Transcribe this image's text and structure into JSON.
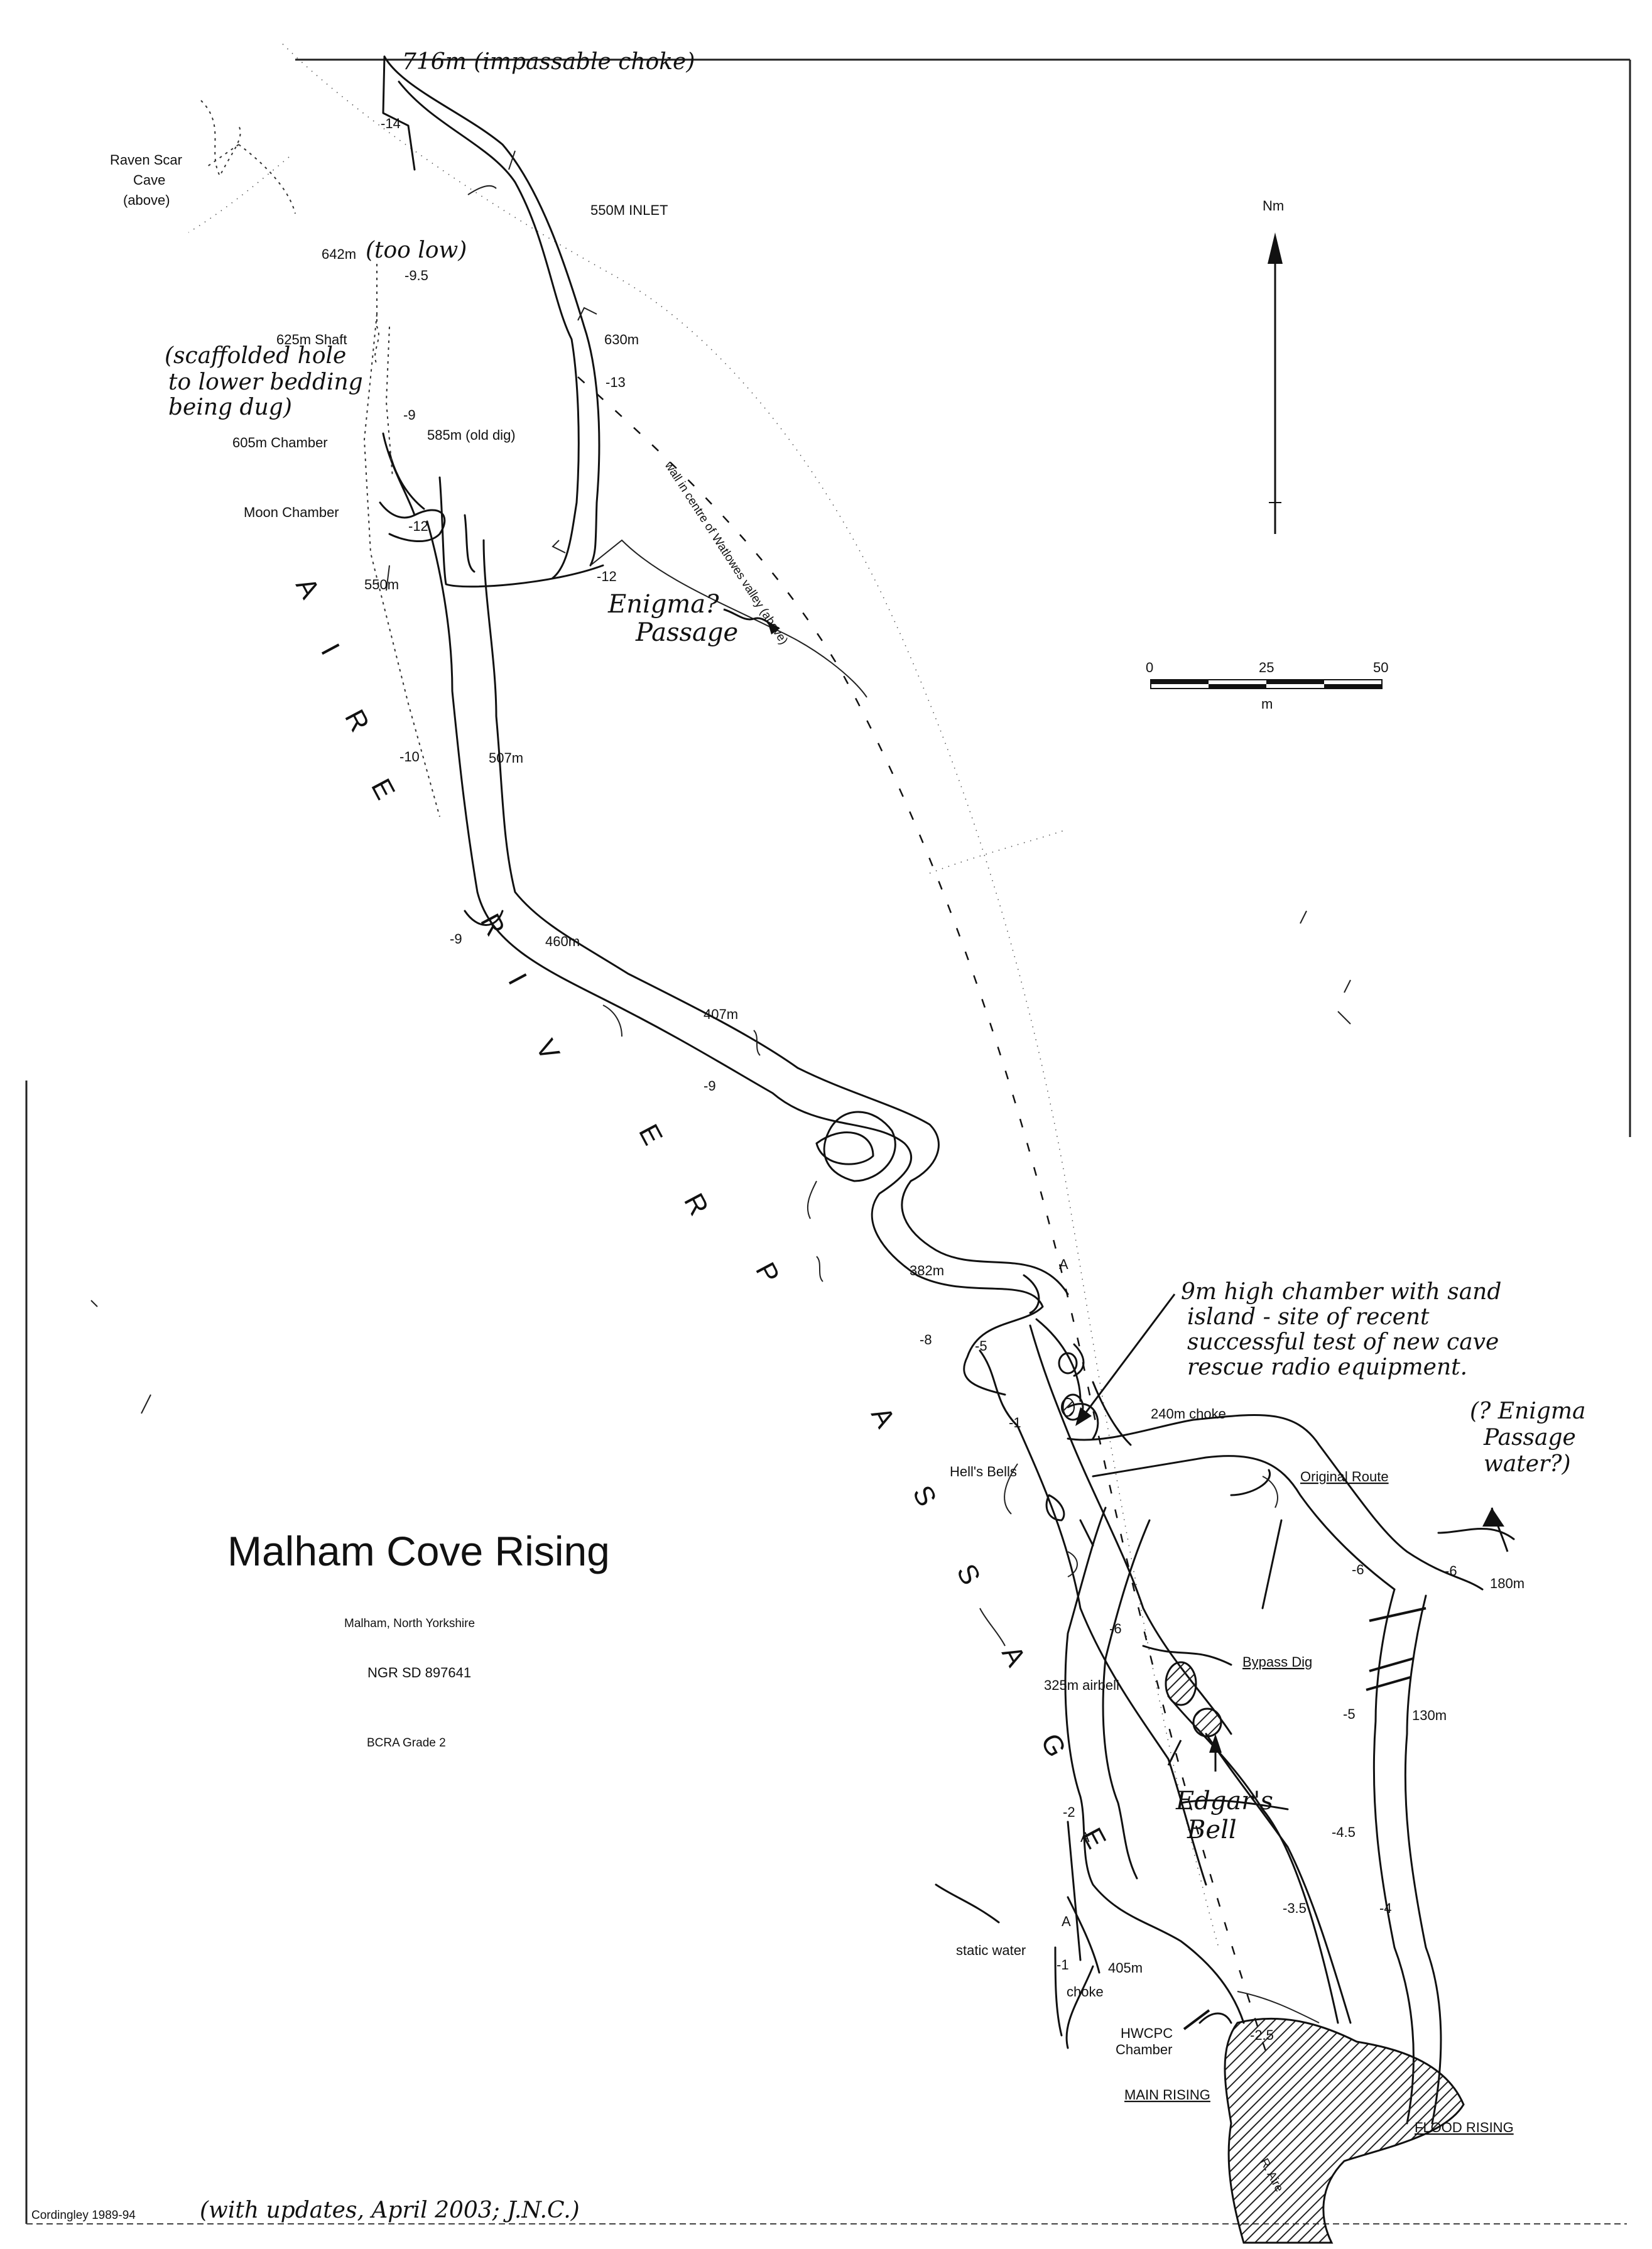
{
  "title": "Malham Cove Rising",
  "location": "Malham, North Yorkshire",
  "ngr": "NGR SD 897641",
  "grade": "BCRA Grade 2",
  "credit": "Cordingley 1989-94",
  "credit_update": "(with updates, April 2003; J.N.C.)",
  "north_label": "Nm",
  "scale": {
    "zero": "0",
    "mid": "25",
    "max": "50",
    "unit": "m"
  },
  "river_passage_letters": [
    "A",
    "I",
    "R",
    "E",
    "R",
    "I",
    "V",
    "E",
    "R",
    "P",
    "A",
    "S",
    "S",
    "A",
    "G",
    "E"
  ],
  "labels": {
    "end_716": "716m (impassable choke)",
    "raven_scar": [
      "Raven Scar",
      "Cave",
      "(above)"
    ],
    "inlet_550": "550M INLET",
    "m642": "642m",
    "too_low": "(too low)",
    "shaft_625": "625m Shaft",
    "scaffold_note": [
      "(scaffolded hole",
      "to lower bedding",
      "being dug)"
    ],
    "chamber_605": "605m Chamber",
    "dig_585": "585m (old dig)",
    "moon_chamber": "Moon Chamber",
    "m550": "550m",
    "m630": "630m",
    "enigma_passage": [
      "Enigma?",
      "Passage"
    ],
    "wall_note": "wall in centre of Watlowes valley (above)",
    "m507": "507m",
    "m460": "460m",
    "m407": "407m",
    "m382": "382m",
    "chamber_note": [
      "9m high chamber with sand",
      "island - site of recent",
      "successful test of new cave",
      "rescue radio equipment."
    ],
    "choke_240": "240m choke",
    "hells_bells": "Hell's Bells",
    "original_route": "Original Route",
    "enigma_water": [
      "(? Enigma",
      "Passage",
      "water?)"
    ],
    "m180": "180m",
    "airbell_325": "325m airbell",
    "bypass_dig": "Bypass Dig",
    "m130": "130m",
    "edgars_bell": [
      "Edgar's",
      "Bell"
    ],
    "static_water": "static water",
    "m405": "405m",
    "choke": "choke",
    "hwcpc": [
      "HWCPC",
      "Chamber"
    ],
    "main_rising": "MAIN RISING",
    "flood_rising": "FLOOD RISING",
    "r_aire": "R. Aire",
    "a_mark": "A"
  },
  "depths": {
    "d_14": "-14",
    "d_9_5": "-9.5",
    "d_13": "-13",
    "d_9a": "-9",
    "d_12a": "-12",
    "d_12b": "-12",
    "d_10": "-10",
    "d_9b": "-9",
    "d_9c": "-9",
    "d_8": "-8",
    "d_5a": "-5",
    "d_1a": "-1",
    "d_6a": "-6",
    "d_6b": "-6",
    "d_6c": "-6",
    "d_5b": "-5",
    "d_4_5": "-4.5",
    "d_3_5": "-3.5",
    "d_4": "-4",
    "d_2_5": "-2.5",
    "d_2": "-2",
    "d_1b": "-1"
  }
}
